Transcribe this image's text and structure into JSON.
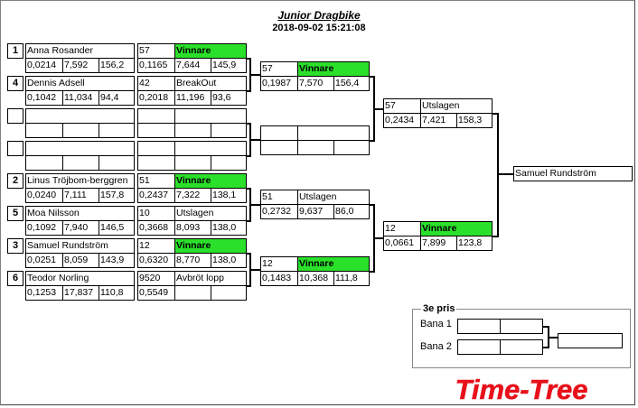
{
  "header": {
    "title": "Junior Dragbike",
    "datetime": "2018-09-02 15:21:08"
  },
  "round1": [
    {
      "seed": "1",
      "name": "Anna Rosander",
      "rt": "0,0214",
      "et": "7,592",
      "speed": "156,2"
    },
    {
      "seed": "4",
      "name": "Dennis Adsell",
      "rt": "0,1042",
      "et": "11,034",
      "speed": "94,4"
    },
    {
      "seed": "",
      "name": "",
      "rt": "",
      "et": "",
      "speed": ""
    },
    {
      "seed": "",
      "name": "",
      "rt": "",
      "et": "",
      "speed": ""
    },
    {
      "seed": "2",
      "name": "Linus Tröjbom-berggren",
      "rt": "0,0240",
      "et": "7,111",
      "speed": "157,8"
    },
    {
      "seed": "5",
      "name": "Moa Nilsson",
      "rt": "0,1092",
      "et": "7,940",
      "speed": "146,5"
    },
    {
      "seed": "3",
      "name": "Samuel Rundström",
      "rt": "0,0251",
      "et": "8,059",
      "speed": "143,9"
    },
    {
      "seed": "6",
      "name": "Teodor Norling",
      "rt": "0,1253",
      "et": "17,837",
      "speed": "110,8"
    }
  ],
  "round2": [
    {
      "bike": "57",
      "status": "Vinnare",
      "rt": "0,1165",
      "et": "7,644",
      "speed": "145,9"
    },
    {
      "bike": "42",
      "status": "BreakOut",
      "rt": "0,2018",
      "et": "11,196",
      "speed": "93,6"
    },
    {
      "bike": "",
      "status": "",
      "rt": "",
      "et": "",
      "speed": ""
    },
    {
      "bike": "",
      "status": "",
      "rt": "",
      "et": "",
      "speed": ""
    },
    {
      "bike": "51",
      "status": "Vinnare",
      "rt": "0,2437",
      "et": "7,322",
      "speed": "138,1"
    },
    {
      "bike": "10",
      "status": "Utslagen",
      "rt": "0,3668",
      "et": "8,093",
      "speed": "138,0"
    },
    {
      "bike": "12",
      "status": "Vinnare",
      "rt": "0,6320",
      "et": "8,770",
      "speed": "138,0"
    },
    {
      "bike": "9520",
      "status": "Avbröt lopp",
      "rt": "0,5549",
      "et": "",
      "speed": ""
    }
  ],
  "round3": [
    {
      "bike": "57",
      "status": "Vinnare",
      "rt": "0,1987",
      "et": "7,570",
      "speed": "156,4"
    },
    {
      "bike": "",
      "status": "",
      "rt": "",
      "et": "",
      "speed": ""
    },
    {
      "bike": "51",
      "status": "Utslagen",
      "rt": "0,2732",
      "et": "9,637",
      "speed": "86,0"
    },
    {
      "bike": "12",
      "status": "Vinnare",
      "rt": "0,1483",
      "et": "10,368",
      "speed": "111,8"
    }
  ],
  "round4": [
    {
      "bike": "57",
      "status": "Utslagen",
      "rt": "0,2434",
      "et": "7,421",
      "speed": "158,3"
    },
    {
      "bike": "12",
      "status": "Vinnare",
      "rt": "0,0661",
      "et": "7,899",
      "speed": "123,8"
    }
  ],
  "winner": {
    "name": "Samuel Rundström"
  },
  "third_place": {
    "title": "3e pris",
    "lane1": "Bana 1",
    "lane2": "Bana 2"
  },
  "logo": {
    "text": "Time-Tree"
  },
  "colors": {
    "winner_green": "#2be02b",
    "logo_red": "#e8101a"
  }
}
